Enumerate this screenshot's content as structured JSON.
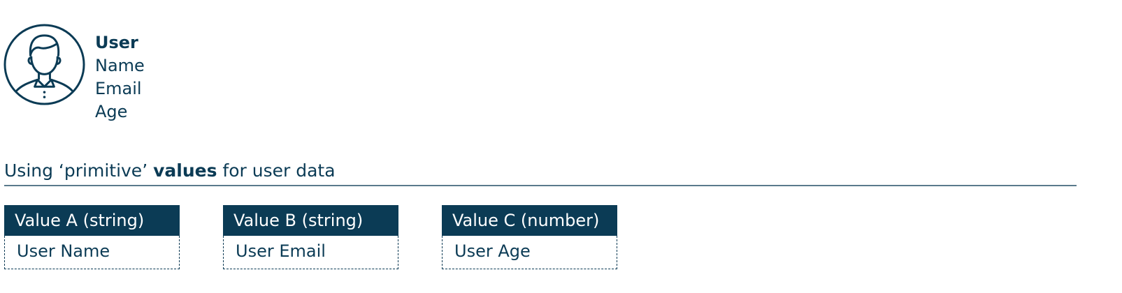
{
  "user": {
    "title": "User",
    "fields": [
      "Name",
      "Email",
      "Age"
    ]
  },
  "caption": {
    "prefix": "Using ‘primitive’ ",
    "bold": "values",
    "suffix": " for user data"
  },
  "values": [
    {
      "header": "Value A (string)",
      "content": "User Name"
    },
    {
      "header": "Value B (string)",
      "content": "User Email"
    },
    {
      "header": "Value C (number)",
      "content": "User Age"
    }
  ],
  "colors": {
    "primary": "#0b3b55",
    "rule": "#5a7a8c",
    "background": "#ffffff"
  },
  "icons": {
    "avatar": "user-avatar-icon"
  }
}
